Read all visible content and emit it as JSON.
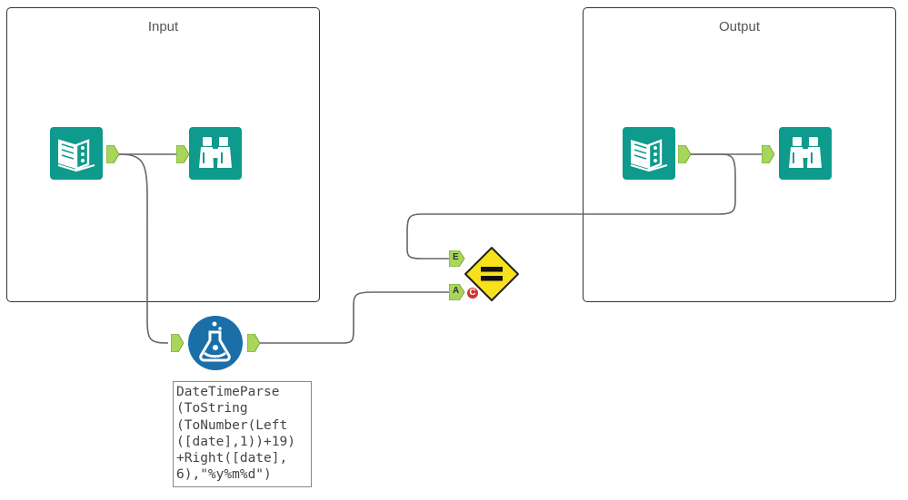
{
  "containers": {
    "input": {
      "title": "Input"
    },
    "output": {
      "title": "Output"
    }
  },
  "tools": {
    "input_data_1": {
      "icon": "input-data-icon",
      "color": "#0e9a8c"
    },
    "browse_1": {
      "icon": "browse-binoculars-icon",
      "color": "#0e9a8c"
    },
    "formula": {
      "icon": "formula-flask-icon",
      "color": "#1a6fa8"
    },
    "test_tool": {
      "icon": "test-equal-icon",
      "color": "#f7e11a"
    },
    "input_data_2": {
      "icon": "input-data-icon",
      "color": "#0e9a8c"
    },
    "browse_2": {
      "icon": "browse-binoculars-icon",
      "color": "#0e9a8c"
    }
  },
  "anchors": {
    "expected_label": "E",
    "actual_label": "A",
    "error_badge": "C"
  },
  "annotation": {
    "text": "DateTimeParse\n(ToString\n(ToNumber(Left\n([date],1))+19)\n+Right([date],\n6),\"%y%m%d\")"
  },
  "colors": {
    "anchor_green": "#a8d65a",
    "wire": "#666666",
    "error_red": "#d0342c"
  }
}
